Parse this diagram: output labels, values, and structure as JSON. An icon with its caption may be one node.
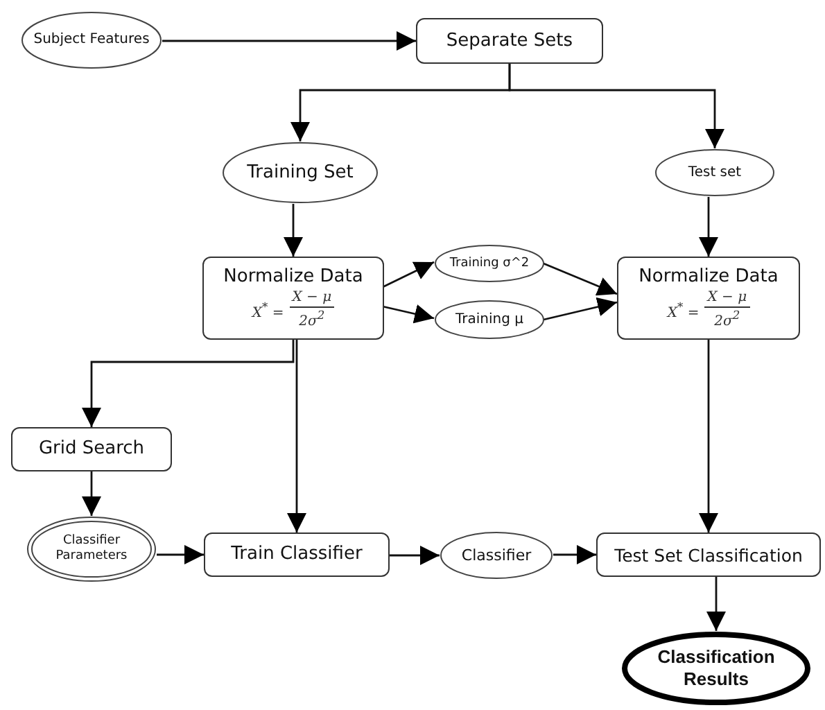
{
  "diagram": {
    "nodes": [
      {
        "text": [
          "Subject Features"
        ]
      },
      {
        "text": [
          "Separate Sets"
        ]
      },
      {
        "text": [
          "Training Set"
        ]
      },
      {
        "text": [
          "Test set"
        ]
      },
      {
        "text": [
          "Normalize Data",
          "X$^{*}$ =",
          "X − μ",
          "2σ$^{2}$"
        ]
      },
      {
        "text": [
          "Training σ^2"
        ]
      },
      {
        "text": [
          "Training μ"
        ]
      },
      {
        "text": [
          "Normalize Data",
          "X$^{*}$ =",
          "X − μ",
          "2σ$^{2}$"
        ]
      },
      {
        "text": [
          "Grid Search"
        ]
      },
      {
        "text": [
          "Classifier Parameters"
        ]
      },
      {
        "text": [
          "Train Classifier"
        ]
      },
      {
        "text": [
          "Classifier"
        ]
      },
      {
        "text": [
          "Test Set Classification"
        ]
      },
      {
        "text": [
          "Classification Results"
        ]
      }
    ],
    "edges": [
      {
        "from": 0,
        "to": 1,
        "arrow": "to"
      },
      {
        "from": 1,
        "to": 2,
        "arrow": "to"
      },
      {
        "from": 1,
        "to": 3,
        "arrow": "to"
      },
      {
        "from": 2,
        "to": 4,
        "arrow": "to"
      },
      {
        "from": 3,
        "to": 7,
        "arrow": "to"
      },
      {
        "from": 4,
        "to": 5,
        "arrow": "to"
      },
      {
        "from": 4,
        "to": 6,
        "arrow": "to"
      },
      {
        "from": 5,
        "to": 7,
        "arrow": "to"
      },
      {
        "from": 6,
        "to": 7,
        "arrow": "to"
      },
      {
        "from": 4,
        "to": 8,
        "arrow": "to"
      },
      {
        "from": 4,
        "to": 10,
        "arrow": "to"
      },
      {
        "from": 8,
        "to": 9,
        "arrow": "to"
      },
      {
        "from": 9,
        "to": 10,
        "arrow": "to"
      },
      {
        "from": 10,
        "to": 11,
        "arrow": "to"
      },
      {
        "from": 11,
        "to": 12,
        "arrow": "to"
      },
      {
        "from": 7,
        "to": 12,
        "arrow": "to"
      },
      {
        "from": 12,
        "to": 13,
        "arrow": "to"
      }
    ]
  }
}
